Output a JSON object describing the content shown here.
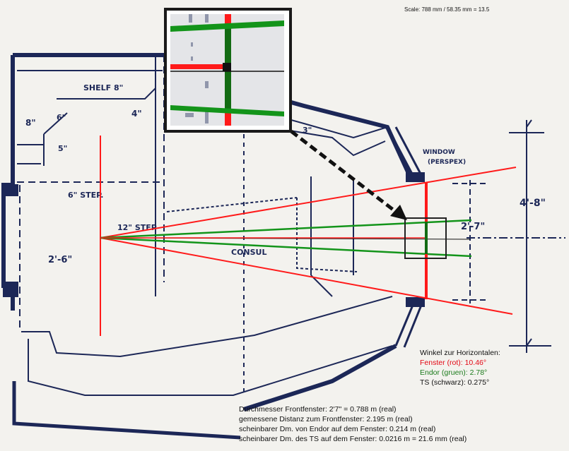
{
  "scale_note": "Scale: 788 mm / 58.35 mm = 13.5",
  "blueprint_labels": {
    "shelf": "SHELF 8\"",
    "step_6": "6\" STEP.",
    "step_12": "12\" STEP",
    "width_2_6": "2'-6\"",
    "consul": "CONSUL",
    "window": "WINDOW",
    "perspex": "(PERSPEX)",
    "dim_4_8": "4'-8\"",
    "dim_2_7": "2'-7\"",
    "dim_8": "8\"",
    "dim_4": "4\"",
    "dim_6": "6\"",
    "dim_3": "3\"",
    "dim_5": "5\""
  },
  "angles": {
    "heading": "Winkel zur Horizontalen:",
    "window": "Fenster (rot): 10.46°",
    "endor": "Endor (gruen): 2.78°",
    "ts": "TS (schwarz): 0.275°"
  },
  "measurements": [
    "Durchmesser Frontfenster:   2'7\" = 0.788 m (real)",
    "gemessene Distanz  zum Frontfenster:    2.195 m (real)",
    "scheinbarer Dm. von Endor auf dem Fenster: 0.214 m (real)",
    "scheinbarer Dm. des TS auf dem Fenster: 0.0216 m = 21.6 mm (real)"
  ],
  "colors": {
    "blueprint": "#1c2757",
    "window_lines": "#ff1a1a",
    "endor_lines": "#13941a",
    "ts_line": "#111111"
  }
}
